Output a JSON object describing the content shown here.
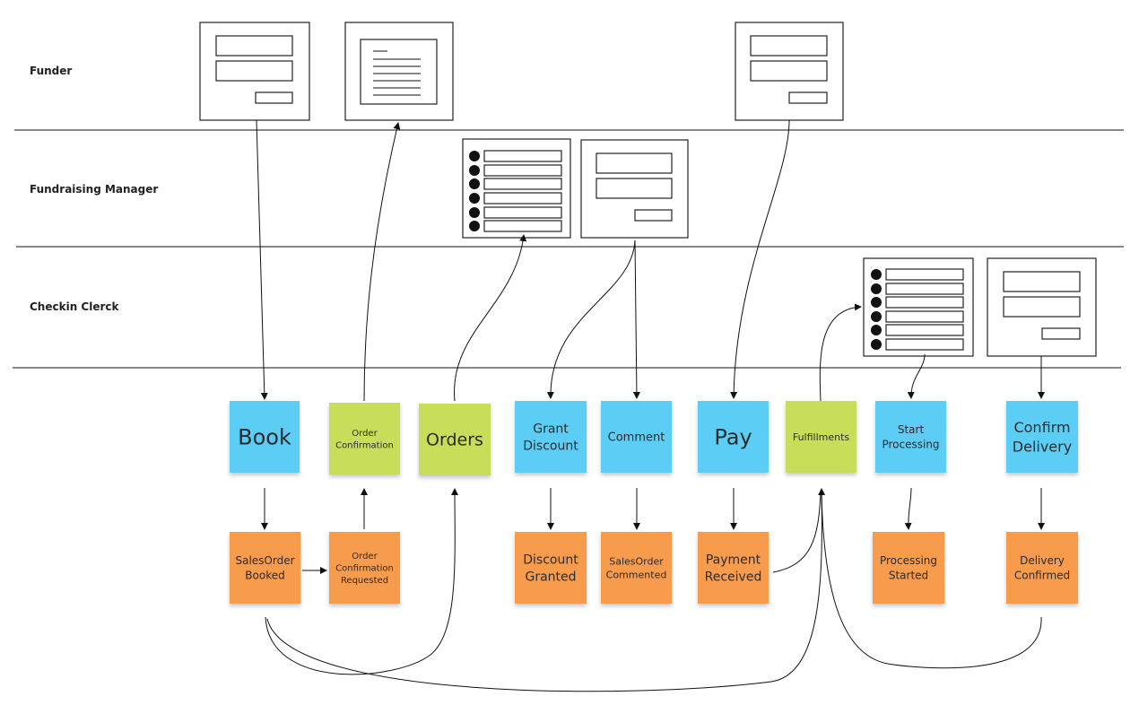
{
  "colors": {
    "command": "#5ccdf4",
    "read_model": "#c8dd5a",
    "event": "#f79b4d",
    "line": "#111111"
  },
  "lanes": [
    {
      "id": "funder",
      "label": "Funder"
    },
    {
      "id": "fundraising-manager",
      "label": "Fundraising Manager"
    },
    {
      "id": "checkin-clerk",
      "label": "Checkin Clerck"
    }
  ],
  "stickies": [
    {
      "id": "book",
      "kind": "command",
      "lines": [
        "Book"
      ],
      "size": 24
    },
    {
      "id": "order-confirmation",
      "kind": "read_model",
      "lines": [
        "Order",
        "Confirmation"
      ],
      "size": 10
    },
    {
      "id": "orders",
      "kind": "read_model",
      "lines": [
        "Orders"
      ],
      "size": 19
    },
    {
      "id": "grant-discount",
      "kind": "command",
      "lines": [
        "Grant",
        "Discount"
      ],
      "size": 14
    },
    {
      "id": "comment",
      "kind": "command",
      "lines": [
        "Comment"
      ],
      "size": 13
    },
    {
      "id": "pay",
      "kind": "command",
      "lines": [
        "Pay"
      ],
      "size": 24
    },
    {
      "id": "fulfillments",
      "kind": "read_model",
      "lines": [
        "Fulfillments"
      ],
      "size": 11
    },
    {
      "id": "start-processing",
      "kind": "command",
      "lines": [
        "Start",
        "Processing"
      ],
      "size": 12
    },
    {
      "id": "confirm-delivery",
      "kind": "command",
      "lines": [
        "Confirm",
        "Delivery"
      ],
      "size": 16
    },
    {
      "id": "salesorder-booked",
      "kind": "event",
      "lines": [
        "SalesOrder",
        "Booked"
      ],
      "size": 12
    },
    {
      "id": "order-confirmation-requested",
      "kind": "event",
      "lines": [
        "Order",
        "Confirmation",
        "Requested"
      ],
      "size": 10
    },
    {
      "id": "discount-granted",
      "kind": "event",
      "lines": [
        "Discount",
        "Granted"
      ],
      "size": 14
    },
    {
      "id": "salesorder-commented",
      "kind": "event",
      "lines": [
        "SalesOrder",
        "Commented"
      ],
      "size": 11
    },
    {
      "id": "payment-received",
      "kind": "event",
      "lines": [
        "Payment",
        "Received"
      ],
      "size": 14
    },
    {
      "id": "processing-started",
      "kind": "event",
      "lines": [
        "Processing",
        "Started"
      ],
      "size": 12
    },
    {
      "id": "delivery-confirmed",
      "kind": "event",
      "lines": [
        "Delivery",
        "Confirmed"
      ],
      "size": 12
    }
  ],
  "wireframes": [
    {
      "id": "funder-book-form",
      "type": "form-icon"
    },
    {
      "id": "funder-confirmation-document",
      "type": "document-icon"
    },
    {
      "id": "funder-pay-form",
      "type": "form-icon"
    },
    {
      "id": "manager-orders-list",
      "type": "list-icon"
    },
    {
      "id": "manager-form",
      "type": "form-icon"
    },
    {
      "id": "clerk-fulfillments-list",
      "type": "list-icon"
    },
    {
      "id": "clerk-delivery-form",
      "type": "form-icon"
    }
  ]
}
